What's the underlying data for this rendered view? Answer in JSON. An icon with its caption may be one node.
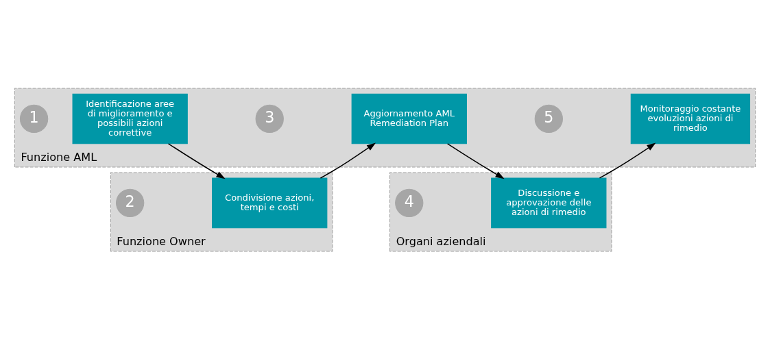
{
  "diagram": {
    "nodes": [
      {
        "text": [
          "Funzione AML"
        ]
      },
      {
        "text": [
          "1"
        ],
        "in": 0
      },
      {
        "text": [
          "Identificazione aree di miglioramento e possibili azioni correttive"
        ],
        "in": 0
      },
      {
        "text": [
          "3"
        ],
        "in": 0
      },
      {
        "text": [
          "Aggiornamento AML Remediation Plan"
        ],
        "in": 0
      },
      {
        "text": [
          "5"
        ],
        "in": 0
      },
      {
        "text": [
          "Monitoraggio costante evoluzioni azioni di rimedio"
        ],
        "in": 0
      },
      {
        "text": [
          "Funzione Owner"
        ]
      },
      {
        "text": [
          "2"
        ],
        "in": 7
      },
      {
        "text": [
          "Condivisione azioni, tempi e costi"
        ],
        "in": 7
      },
      {
        "text": [
          "Organi aziendali"
        ]
      },
      {
        "text": [
          "4"
        ],
        "in": 10
      },
      {
        "text": [
          "Discussione e approvazione delle azioni di rimedio"
        ],
        "in": 10
      }
    ],
    "edges": [
      {
        "from": 2,
        "to": 9,
        "arrow": "to"
      },
      {
        "from": 9,
        "to": 4,
        "arrow": "to"
      },
      {
        "from": 4,
        "to": 12,
        "arrow": "to"
      },
      {
        "from": 12,
        "to": 6,
        "arrow": "to"
      }
    ]
  }
}
